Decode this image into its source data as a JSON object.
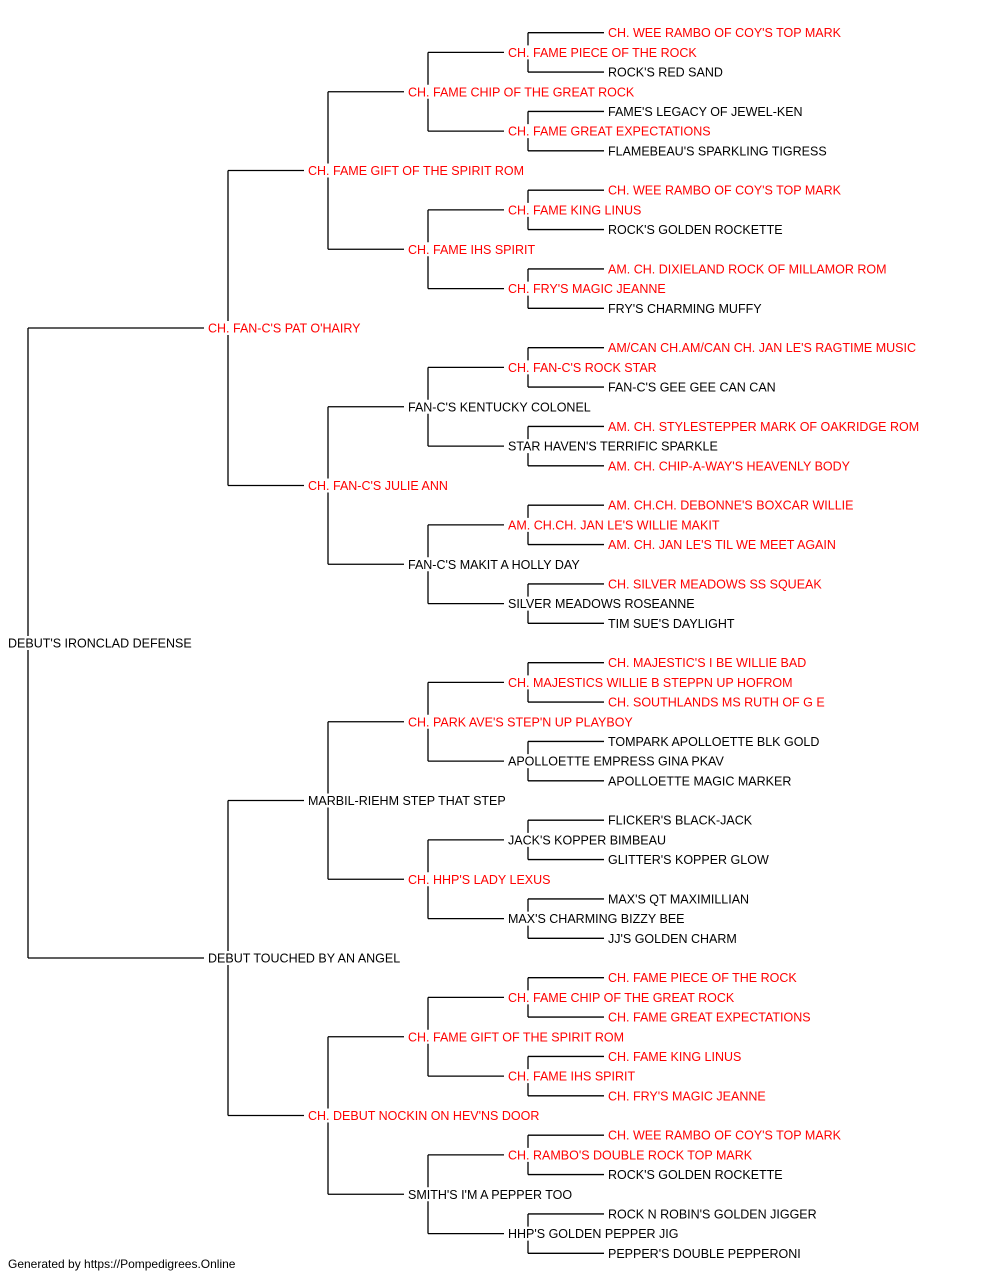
{
  "colors": {
    "champion": "#ff0000",
    "regular": "#000000",
    "line": "#000000"
  },
  "pedigree": {
    "name": "DEBUT'S IRONCLAD DEFENSE",
    "champion": false,
    "sire": {
      "name": "CH. FAN-C'S PAT O'HAIRY",
      "champion": true,
      "sire": {
        "name": "CH. FAME GIFT OF THE SPIRIT ROM",
        "champion": true,
        "sire": {
          "name": "CH. FAME CHIP OF THE GREAT ROCK",
          "champion": true,
          "sire": {
            "name": "CH. FAME PIECE OF THE ROCK",
            "champion": true,
            "sire": {
              "name": "CH. WEE RAMBO OF COY'S TOP MARK",
              "champion": true
            },
            "dam": {
              "name": "ROCK'S RED SAND",
              "champion": false
            }
          },
          "dam": {
            "name": "CH. FAME GREAT EXPECTATIONS",
            "champion": true,
            "sire": {
              "name": "FAME'S LEGACY OF JEWEL-KEN",
              "champion": false
            },
            "dam": {
              "name": "FLAMEBEAU'S SPARKLING TIGRESS",
              "champion": false
            }
          }
        },
        "dam": {
          "name": "CH. FAME IHS SPIRIT",
          "champion": true,
          "sire": {
            "name": "CH. FAME KING LINUS",
            "champion": true,
            "sire": {
              "name": "CH. WEE RAMBO OF COY'S TOP MARK",
              "champion": true
            },
            "dam": {
              "name": "ROCK'S GOLDEN ROCKETTE",
              "champion": false
            }
          },
          "dam": {
            "name": "CH. FRY'S MAGIC JEANNE",
            "champion": true,
            "sire": {
              "name": "AM. CH. DIXIELAND ROCK OF MILLAMOR ROM",
              "champion": true
            },
            "dam": {
              "name": "FRY'S CHARMING MUFFY",
              "champion": false
            }
          }
        }
      },
      "dam": {
        "name": "CH. FAN-C'S JULIE ANN",
        "champion": true,
        "sire": {
          "name": "FAN-C'S KENTUCKY COLONEL",
          "champion": false,
          "sire": {
            "name": "CH. FAN-C'S ROCK STAR",
            "champion": true,
            "sire": {
              "name": "AM/CAN CH.AM/CAN CH. JAN LE'S RAGTIME MUSIC",
              "champion": true
            },
            "dam": {
              "name": "FAN-C'S GEE GEE CAN CAN",
              "champion": false
            }
          },
          "dam": {
            "name": "STAR HAVEN'S TERRIFIC SPARKLE",
            "champion": false,
            "sire": {
              "name": "AM. CH. STYLESTEPPER MARK OF OAKRIDGE ROM",
              "champion": true
            },
            "dam": {
              "name": "AM. CH. CHIP-A-WAY'S HEAVENLY BODY",
              "champion": true
            }
          }
        },
        "dam": {
          "name": "FAN-C'S MAKIT A HOLLY DAY",
          "champion": false,
          "sire": {
            "name": "AM. CH.CH. JAN LE'S WILLIE MAKIT",
            "champion": true,
            "sire": {
              "name": "AM. CH.CH. DEBONNE'S BOXCAR WILLIE",
              "champion": true
            },
            "dam": {
              "name": "AM. CH. JAN LE'S TIL WE MEET AGAIN",
              "champion": true
            }
          },
          "dam": {
            "name": "SILVER MEADOWS ROSEANNE",
            "champion": false,
            "sire": {
              "name": "CH. SILVER MEADOWS SS SQUEAK",
              "champion": true
            },
            "dam": {
              "name": "TIM SUE'S DAYLIGHT",
              "champion": false
            }
          }
        }
      }
    },
    "dam": {
      "name": "DEBUT TOUCHED BY AN ANGEL",
      "champion": false,
      "sire": {
        "name": "MARBIL-RIEHM STEP THAT STEP",
        "champion": false,
        "sire": {
          "name": "CH. PARK AVE'S STEP'N UP PLAYBOY",
          "champion": true,
          "sire": {
            "name": "CH. MAJESTICS WILLIE B STEPPN UP HOFROM",
            "champion": true,
            "sire": {
              "name": "CH. MAJESTIC'S I BE WILLIE BAD",
              "champion": true
            },
            "dam": {
              "name": "CH. SOUTHLANDS MS RUTH OF G E",
              "champion": true
            }
          },
          "dam": {
            "name": "APOLLOETTE EMPRESS GINA PKAV",
            "champion": false,
            "sire": {
              "name": "TOMPARK APOLLOETTE BLK GOLD",
              "champion": false
            },
            "dam": {
              "name": "APOLLOETTE MAGIC MARKER",
              "champion": false
            }
          }
        },
        "dam": {
          "name": "CH. HHP'S LADY LEXUS",
          "champion": true,
          "sire": {
            "name": "JACK'S KOPPER BIMBEAU",
            "champion": false,
            "sire": {
              "name": "FLICKER'S BLACK-JACK",
              "champion": false
            },
            "dam": {
              "name": "GLITTER'S KOPPER GLOW",
              "champion": false
            }
          },
          "dam": {
            "name": "MAX'S CHARMING BIZZY BEE",
            "champion": false,
            "sire": {
              "name": "MAX'S QT MAXIMILLIAN",
              "champion": false
            },
            "dam": {
              "name": "JJ'S GOLDEN CHARM",
              "champion": false
            }
          }
        }
      },
      "dam": {
        "name": "CH. DEBUT NOCKIN ON HEV'NS DOOR",
        "champion": true,
        "sire": {
          "name": "CH. FAME GIFT OF THE SPIRIT ROM",
          "champion": true,
          "sire": {
            "name": "CH. FAME CHIP OF THE GREAT ROCK",
            "champion": true,
            "sire": {
              "name": "CH. FAME PIECE OF THE ROCK",
              "champion": true
            },
            "dam": {
              "name": "CH. FAME GREAT EXPECTATIONS",
              "champion": true
            }
          },
          "dam": {
            "name": "CH. FAME IHS SPIRIT",
            "champion": true,
            "sire": {
              "name": "CH. FAME KING LINUS",
              "champion": true
            },
            "dam": {
              "name": "CH. FRY'S MAGIC JEANNE",
              "champion": true
            }
          }
        },
        "dam": {
          "name": "SMITH'S I'M A PEPPER TOO",
          "champion": false,
          "sire": {
            "name": "CH. RAMBO'S DOUBLE ROCK TOP MARK",
            "champion": true,
            "sire": {
              "name": "CH. WEE RAMBO OF COY'S TOP MARK",
              "champion": true
            },
            "dam": {
              "name": "ROCK'S GOLDEN ROCKETTE",
              "champion": false
            }
          },
          "dam": {
            "name": "HHP'S GOLDEN PEPPER JIG",
            "champion": false,
            "sire": {
              "name": "ROCK N ROBIN'S GOLDEN JIGGER",
              "champion": false
            },
            "dam": {
              "name": "PEPPER'S DOUBLE PEPPERONI",
              "champion": false
            }
          }
        }
      }
    }
  },
  "footer": "Generated by https://Pompedigrees.Online"
}
